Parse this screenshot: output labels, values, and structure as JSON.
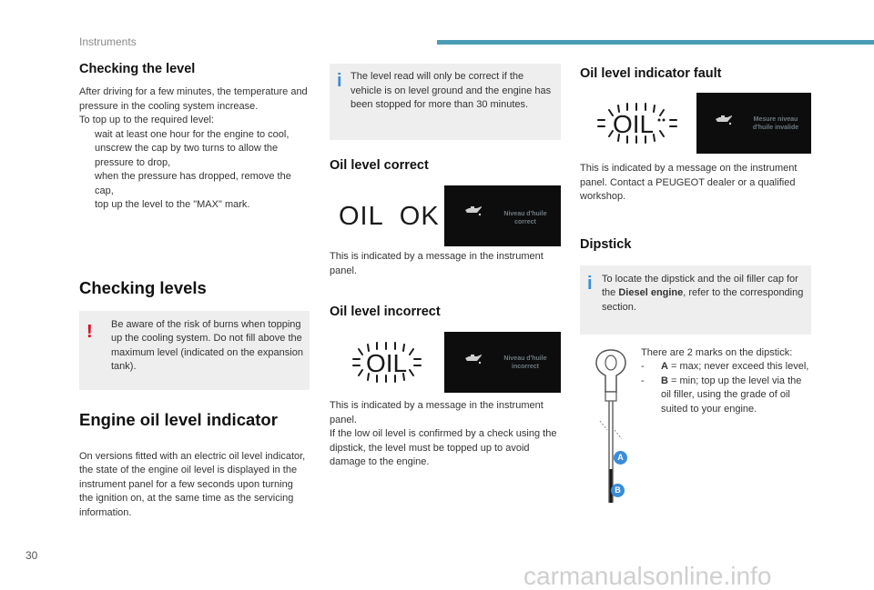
{
  "header": {
    "section": "Instruments"
  },
  "page_number": "30",
  "watermark": "carmanualsonline.info",
  "col1": {
    "checking_level": {
      "title": "Checking the level",
      "intro": "After driving for a few minutes, the temperature and pressure in the cooling system increase.",
      "lead": "To top up to the required level:",
      "bullet_marker": "",
      "bullets": [
        "wait at least one hour for the engine to cool,",
        "unscrew the cap by two turns to allow the pressure to drop,",
        "when the pressure has dropped, remove the cap,",
        "top up the level to the \"MAX\" mark."
      ]
    },
    "checking_levels": {
      "title": "Checking levels",
      "warning_icon": "!",
      "warning": "Be aware of the risk of burns when topping up the cooling system. Do not fill above the maximum level (indicated on the expansion tank)."
    },
    "oil_indicator": {
      "title": "Engine oil level indicator",
      "text": "On versions fitted with an electric oil level indicator, the state of the engine oil level is displayed in the instrument panel for a few seconds upon turning the ignition on, at the same time as the servicing information."
    }
  },
  "col2": {
    "info_icon": "i",
    "info": "The level read will only be correct if the vehicle is on level ground and the engine has been stopped for more than 30 minutes.",
    "correct": {
      "title": "Oil level correct",
      "display_text": "OIL  OK",
      "screen_caption_1": "Niveau d'huile",
      "screen_caption_2": "correct",
      "text": "This is indicated by a message in the instrument panel."
    },
    "incorrect": {
      "title": "Oil level incorrect",
      "display_text": "OIL",
      "screen_caption_1": "Niveau d'huile",
      "screen_caption_2": "incorrect",
      "text_1": "This is indicated by a message in the instrument panel.",
      "text_2": "If the low oil level is confirmed by a check using the dipstick, the level must be topped up to avoid damage to the engine."
    }
  },
  "col3": {
    "fault": {
      "title": "Oil level indicator fault",
      "display_text": "OIL",
      "screen_caption_1": "Mesure niveau",
      "screen_caption_2": "d'huile invalide",
      "text": "This is indicated by a message on the instrument panel. Contact a PEUGEOT dealer or a qualified workshop."
    },
    "dipstick": {
      "title": "Dipstick",
      "info_icon": "i",
      "info_pre": "To locate the dipstick and the oil filler cap for the ",
      "info_bold": "Diesel engine",
      "info_post": ", refer to the corresponding section.",
      "marks_intro": "There are 2 marks on the dipstick:",
      "marks": [
        {
          "dash": "-",
          "label": "A",
          "text": " = max; never exceed this level,"
        },
        {
          "dash": "-",
          "label": "B",
          "text": " = min; top up the level via the oil filler, using the grade of oil suited to your engine."
        }
      ],
      "badge_a": "A",
      "badge_b": "B"
    }
  }
}
